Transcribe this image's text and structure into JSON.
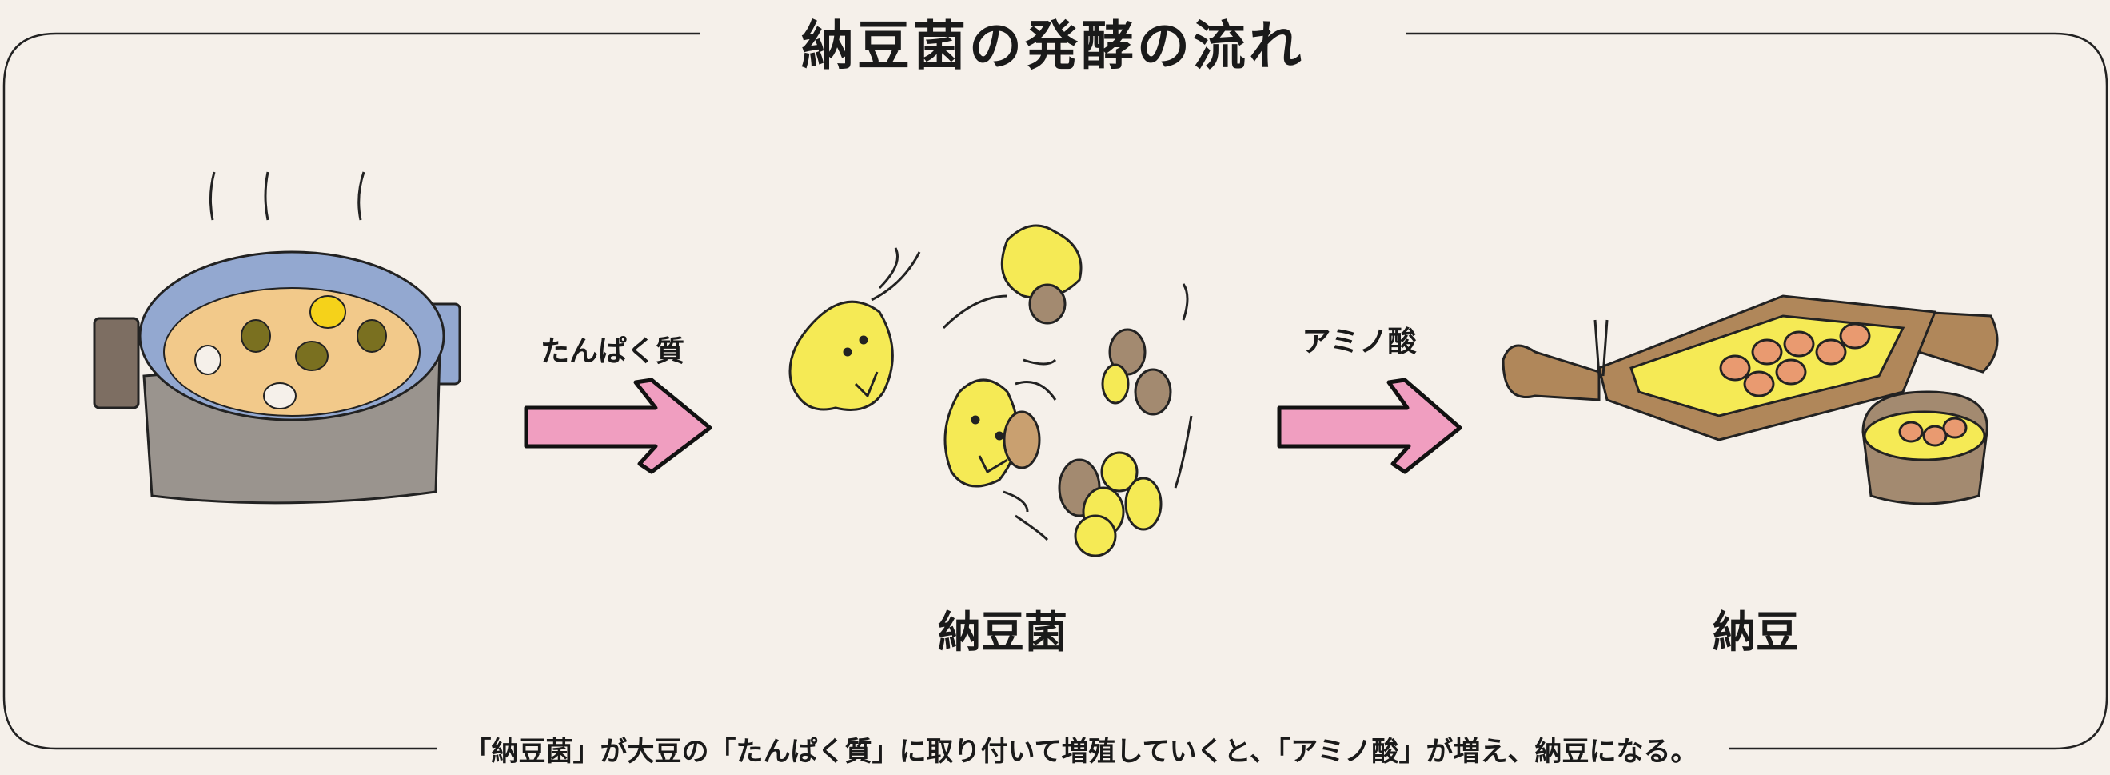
{
  "title": "納豆菌の発酵の流れ",
  "steps": [
    {
      "label": "納豆菌"
    },
    {
      "label": "納豆"
    }
  ],
  "arrows": [
    {
      "label": "たんぱく質"
    },
    {
      "label": "アミノ酸"
    }
  ],
  "caption": "「納豆菌」が大豆の「たんぱく質」に取り付いて増殖していくと、「アミノ酸」が増え、納豆になる。",
  "colors": {
    "background": "#f5f0ea",
    "arrow": "#f09ec0",
    "bacteria": "#f5ea55",
    "bean": "#a38a70",
    "pot_blue": "#93a8d0",
    "pot_gray": "#9a948e",
    "natto": "#e99a70",
    "straw": "#b0875a"
  }
}
